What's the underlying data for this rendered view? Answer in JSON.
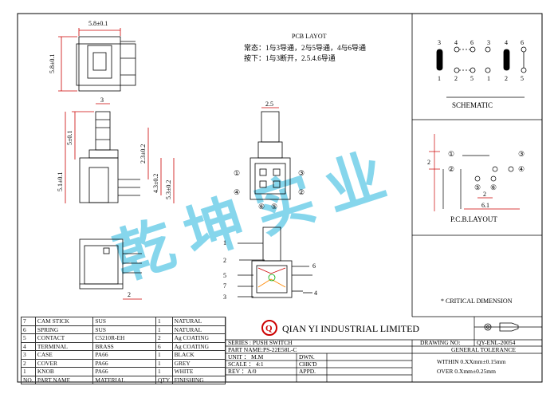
{
  "drawing": {
    "top_view": {
      "width_dim": "5.8±0.1",
      "height_dim": "5.8±0.1"
    },
    "side_view": {
      "d3": "3",
      "d5": "5±0.1",
      "d51": "5.1±0.1",
      "d23": "2.3±0.2",
      "d43": "4.3±0.2",
      "d53": "5.3±0.2"
    },
    "front_view": {
      "d25": "2.5",
      "pins": [
        "①",
        "②",
        "③",
        "④",
        "⑤",
        "⑥"
      ]
    },
    "section_labels": [
      "1",
      "2",
      "5",
      "7",
      "3",
      "6",
      "4"
    ],
    "bottom_view": {
      "d2": "2"
    },
    "pcb_text": {
      "title": "PCB LAYOT",
      "line1": "常态：1与3导通，2与5导通，4与6导通",
      "line2": "按下：1与3断开，2.5.4.6导通"
    },
    "schematic": {
      "top_nums": [
        "3",
        "4",
        "6",
        "3",
        "4",
        "6"
      ],
      "bottom_nums": [
        "1",
        "2",
        "5",
        "1",
        "2",
        "5"
      ],
      "label": "SCHEMATIC"
    },
    "pcb_layout": {
      "pins": [
        "①",
        "②",
        "③",
        "④",
        "⑤",
        "⑥"
      ],
      "dim_2a": "2",
      "dim_2b": "2",
      "dim_61": "6.1",
      "label": "P.C.B.LAYOUT"
    },
    "critical_note": "* CRITICAL  DIMENSION",
    "watermark": "乾 坤 实 业"
  },
  "bom": [
    {
      "no": "7",
      "part": "CAM STICK",
      "material": "SUS",
      "qty": "1",
      "finish": "NATURAL"
    },
    {
      "no": "6",
      "part": "SPRING",
      "material": "SUS",
      "qty": "1",
      "finish": "NATURAL"
    },
    {
      "no": "5",
      "part": "CONTACT",
      "material": "C5210R-EH",
      "qty": "2",
      "finish": "Ag COATING"
    },
    {
      "no": "4",
      "part": "TERMINAL",
      "material": "BRASS",
      "qty": "6",
      "finish": "Ag COATING"
    },
    {
      "no": "3",
      "part": "CASE",
      "material": "PA66",
      "qty": "1",
      "finish": "BLACK"
    },
    {
      "no": "2",
      "part": "COVER",
      "material": "PA66",
      "qty": "1",
      "finish": "GREY"
    },
    {
      "no": "1",
      "part": "KNOB",
      "material": "PA66",
      "qty": "1",
      "finish": "WHITE"
    }
  ],
  "bom_header": {
    "no": "NO.",
    "part": "PART NAME",
    "material": "MATERIAL",
    "qty": "QTY",
    "finish": "FINISHING"
  },
  "title_block": {
    "company": "QIAN YI INDUSTRIAL LIMITED",
    "logo": "Q",
    "drawing_no_label": "DRAWING NO:",
    "drawing_no": "QY-ENL-20054",
    "series": "SERIES : PUSH SWITCH",
    "part_name": "PART NAME:PS-22E58L-C",
    "unit": "UNIT ： M.M",
    "scale": "SCALE ： 4:1",
    "rev": "REV  ：A/0",
    "dwn": "DWN.",
    "chkd": "CHK'D",
    "appd": "APPD.",
    "gen_tol": "GENERAL TOLERANCE",
    "tol1": "WITHIN 0.XXmm±0.15mm",
    "tol2": "OVER   0.Xmm±0.25mm"
  }
}
